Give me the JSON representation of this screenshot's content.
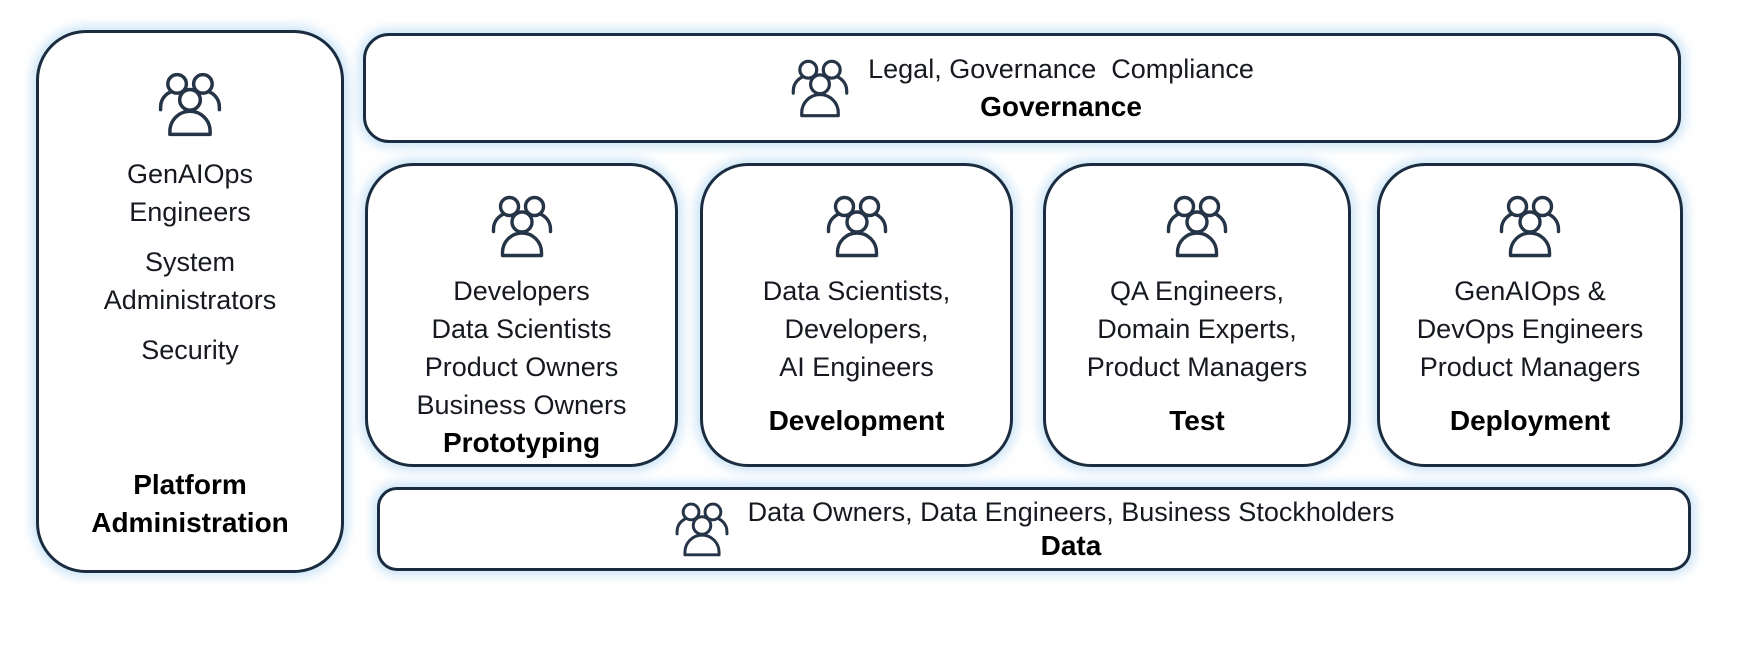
{
  "colors": {
    "background": "#ffffff",
    "box_border": "#1b2c40",
    "box_glow": "#bbdbf3",
    "body_text": "#16191f",
    "title_text": "#000000",
    "icon_stroke": "#253447"
  },
  "platform": {
    "icon": "people-group",
    "roles": [
      [
        "GenAIOps",
        "Engineers"
      ],
      [
        "System",
        "Administrators"
      ],
      [
        "Security"
      ]
    ],
    "label": [
      "Platform",
      "Administration"
    ]
  },
  "governance": {
    "icon": "people-group",
    "roles": "Legal, Governance  Compliance",
    "label": "Governance"
  },
  "stages": [
    {
      "icon": "people-group",
      "roles": [
        "Developers",
        "Data Scientists",
        "Product Owners",
        "Business Owners"
      ],
      "label": "Prototyping"
    },
    {
      "icon": "people-group",
      "roles": [
        "Data Scientists,",
        "Developers,",
        "AI Engineers"
      ],
      "label": "Development"
    },
    {
      "icon": "people-group",
      "roles": [
        "QA Engineers,",
        "Domain Experts,",
        "Product Managers"
      ],
      "label": "Test"
    },
    {
      "icon": "people-group",
      "roles": [
        "GenAIOps &",
        "DevOps Engineers",
        "Product Managers"
      ],
      "label": "Deployment"
    }
  ],
  "data_layer": {
    "icon": "people-group",
    "roles": "Data Owners, Data Engineers, Business Stockholders",
    "label": "Data"
  }
}
